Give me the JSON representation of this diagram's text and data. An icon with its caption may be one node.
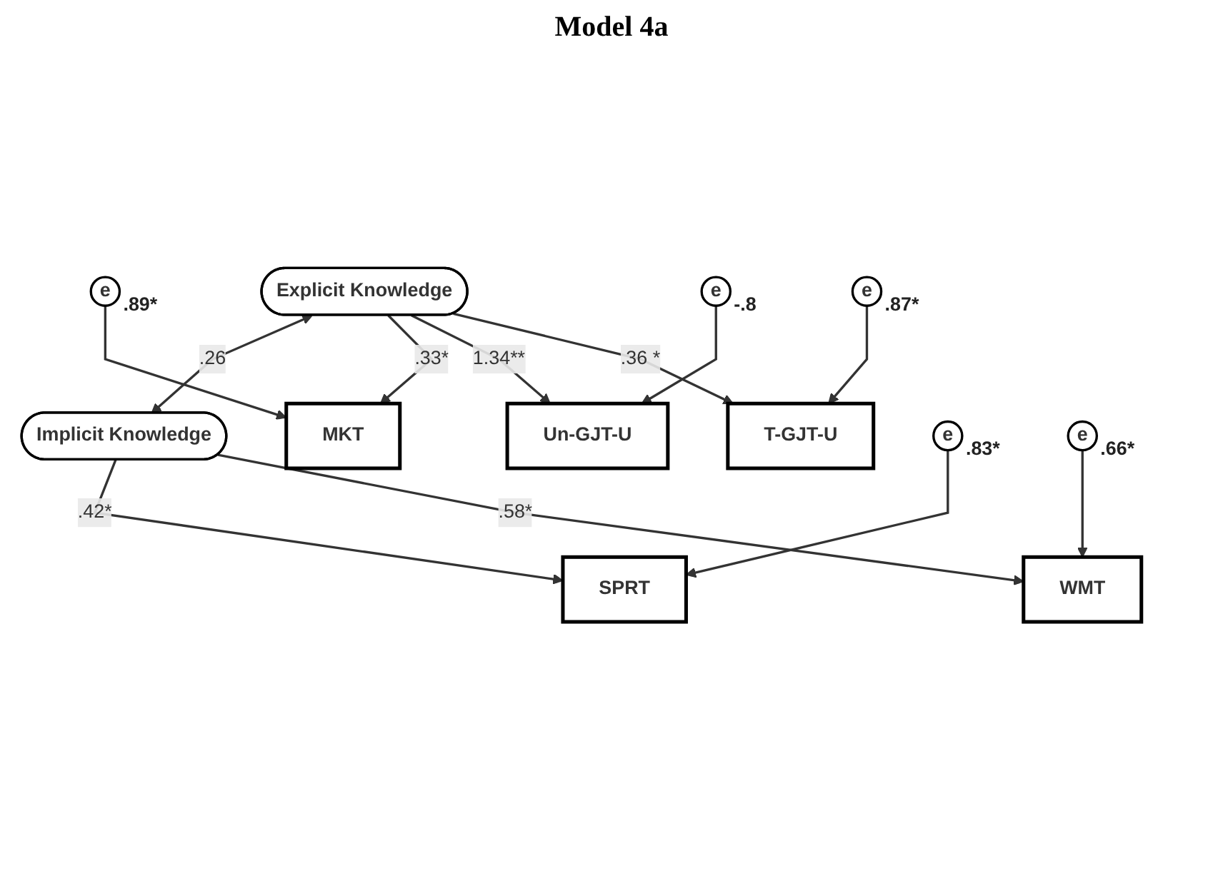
{
  "diagram": {
    "title": "Model 4a",
    "nodes": [
      {
        "text": [
          "Explicit Knowledge"
        ]
      },
      {
        "text": [
          "Implicit Knowledge"
        ]
      },
      {
        "text": [
          "MKT"
        ]
      },
      {
        "text": [
          "Un-GJT-U"
        ]
      },
      {
        "text": [
          "T-GJT-U"
        ]
      },
      {
        "text": [
          "SPRT"
        ]
      },
      {
        "text": [
          "WMT"
        ]
      },
      {
        "text": [
          "e"
        ],
        "beside": [
          ".89*"
        ]
      },
      {
        "text": [
          "e"
        ],
        "beside": [
          "-.8"
        ]
      },
      {
        "text": [
          "e"
        ],
        "beside": [
          ".87*"
        ]
      },
      {
        "text": [
          "e"
        ],
        "beside": [
          ".83*"
        ]
      },
      {
        "text": [
          "e"
        ],
        "beside": [
          ".66*"
        ]
      }
    ],
    "edges": [
      {
        "from": 0,
        "to": 1,
        "arrow": "both",
        "label": ".26"
      },
      {
        "from": 0,
        "to": 2,
        "arrow": "to",
        "label": ".33*"
      },
      {
        "from": 0,
        "to": 3,
        "arrow": "to",
        "label": "1.34**"
      },
      {
        "from": 0,
        "to": 4,
        "arrow": "to",
        "label": ".36 *"
      },
      {
        "from": 1,
        "to": 5,
        "arrow": "to",
        "label": ".42*"
      },
      {
        "from": 1,
        "to": 6,
        "arrow": "to",
        "label": ".58*"
      },
      {
        "from": 7,
        "to": 2,
        "arrow": "to"
      },
      {
        "from": 8,
        "to": 3,
        "arrow": "to"
      },
      {
        "from": 9,
        "to": 4,
        "arrow": "to"
      },
      {
        "from": 10,
        "to": 5,
        "arrow": "to"
      },
      {
        "from": 11,
        "to": 6,
        "arrow": "to"
      }
    ]
  }
}
